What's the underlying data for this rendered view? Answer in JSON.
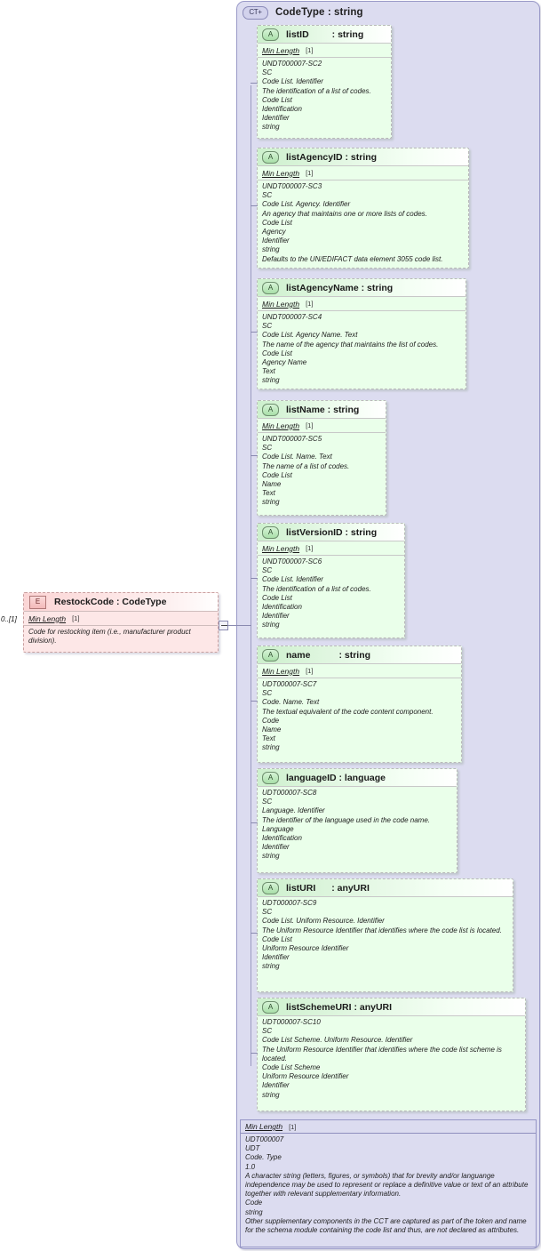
{
  "diagram": {
    "type": "xsd-schema-diagram",
    "colors": {
      "complex_type_fill": "#dcdcf0",
      "attribute_fill": "#eaffea",
      "element_fill": "#fde7e7",
      "line": "#8a8ab0"
    }
  },
  "element": {
    "icon": "element-icon",
    "icon_label": "E",
    "name": "RestockCode : CodeType",
    "cardinality": "0..[1]",
    "facet": {
      "name": "Min Length",
      "value": "[1]"
    },
    "documentation": "Code for restocking item (i.e., manufacturer product division)."
  },
  "complex_type": {
    "icon_label": "CT+",
    "icon": "complextype-expand-icon",
    "title": "CodeType : string",
    "facet": {
      "name": "Min Length",
      "value": "[1]"
    },
    "documentation_lines": [
      "UDT000007",
      "UDT",
      "Code. Type",
      "1.0",
      "A character string (letters, figures, or symbols) that for brevity and/or languange independence may be used to represent or replace a definitive value or text of an attribute together with relevant supplementary information.",
      "Code",
      "string",
      "Other supplementary components in the CCT are captured as part of the token and name for the schema module containing the code list and thus, are not declared as attributes."
    ]
  },
  "attributes": [
    {
      "icon_label": "A",
      "name": "listID",
      "type": ": string",
      "facet": {
        "name": "Min Length",
        "value": "[1]"
      },
      "documentation_lines": [
        "UNDT000007-SC2",
        "SC",
        "Code List. Identifier",
        "The identification of a list of codes.",
        "Code List",
        "Identification",
        "Identifier",
        "string"
      ]
    },
    {
      "icon_label": "A",
      "name": "listAgencyID : string",
      "type": "",
      "facet": {
        "name": "Min Length",
        "value": "[1]"
      },
      "documentation_lines": [
        "UNDT000007-SC3",
        "SC",
        "Code List. Agency. Identifier",
        "An agency that maintains one or more lists of codes.",
        "Code List",
        "Agency",
        "Identifier",
        "string",
        "Defaults to the UN/EDIFACT data element 3055 code list."
      ]
    },
    {
      "icon_label": "A",
      "name": "listAgencyName : string",
      "type": "",
      "facet": {
        "name": "Min Length",
        "value": "[1]"
      },
      "documentation_lines": [
        "UNDT000007-SC4",
        "SC",
        "Code List. Agency Name. Text",
        "The name of the agency that maintains the list of codes.",
        "Code List",
        "Agency Name",
        "Text",
        "string"
      ]
    },
    {
      "icon_label": "A",
      "name": "listName : string",
      "type": "",
      "facet": {
        "name": "Min Length",
        "value": "[1]"
      },
      "documentation_lines": [
        "UNDT000007-SC5",
        "SC",
        "Code List. Name. Text",
        "The name of a list of codes.",
        "Code List",
        "Name",
        "Text",
        "string"
      ]
    },
    {
      "icon_label": "A",
      "name": "listVersionID : string",
      "type": "",
      "facet": {
        "name": "Min Length",
        "value": "[1]"
      },
      "documentation_lines": [
        "UNDT000007-SC6",
        "SC",
        "Code List. Identifier",
        "The identification of a list of codes.",
        "Code List",
        "Identification",
        "Identifier",
        "string"
      ]
    },
    {
      "icon_label": "A",
      "name": "name",
      "type": ": string",
      "facet": {
        "name": "Min Length",
        "value": "[1]"
      },
      "documentation_lines": [
        "UDT000007-SC7",
        "SC",
        "Code. Name. Text",
        "The textual equivalent of the code content component.",
        "Code",
        "Name",
        "Text",
        "string"
      ]
    },
    {
      "icon_label": "A",
      "name": "languageID : language",
      "type": "",
      "facet": null,
      "documentation_lines": [
        "UDT000007-SC8",
        "SC",
        "Language. Identifier",
        "The identifier of the language used in the code name.",
        "Language",
        "Identification",
        "Identifier",
        "string"
      ]
    },
    {
      "icon_label": "A",
      "name": "listURI",
      "type": ": anyURI",
      "facet": null,
      "documentation_lines": [
        "UDT000007-SC9",
        "SC",
        "Code List. Uniform Resource. Identifier",
        "The Uniform Resource Identifier that identifies where the code list is located.",
        "Code List",
        "Uniform Resource Identifier",
        "Identifier",
        "string"
      ]
    },
    {
      "icon_label": "A",
      "name": "listSchemeURI : anyURI",
      "type": "",
      "facet": null,
      "documentation_lines": [
        "UDT000007-SC10",
        "SC",
        "Code List Scheme. Uniform Resource. Identifier",
        "The Uniform Resource Identifier that identifies where the code list scheme is located.",
        "Code List Scheme",
        "Uniform Resource Identifier",
        "Identifier",
        "string"
      ]
    }
  ]
}
